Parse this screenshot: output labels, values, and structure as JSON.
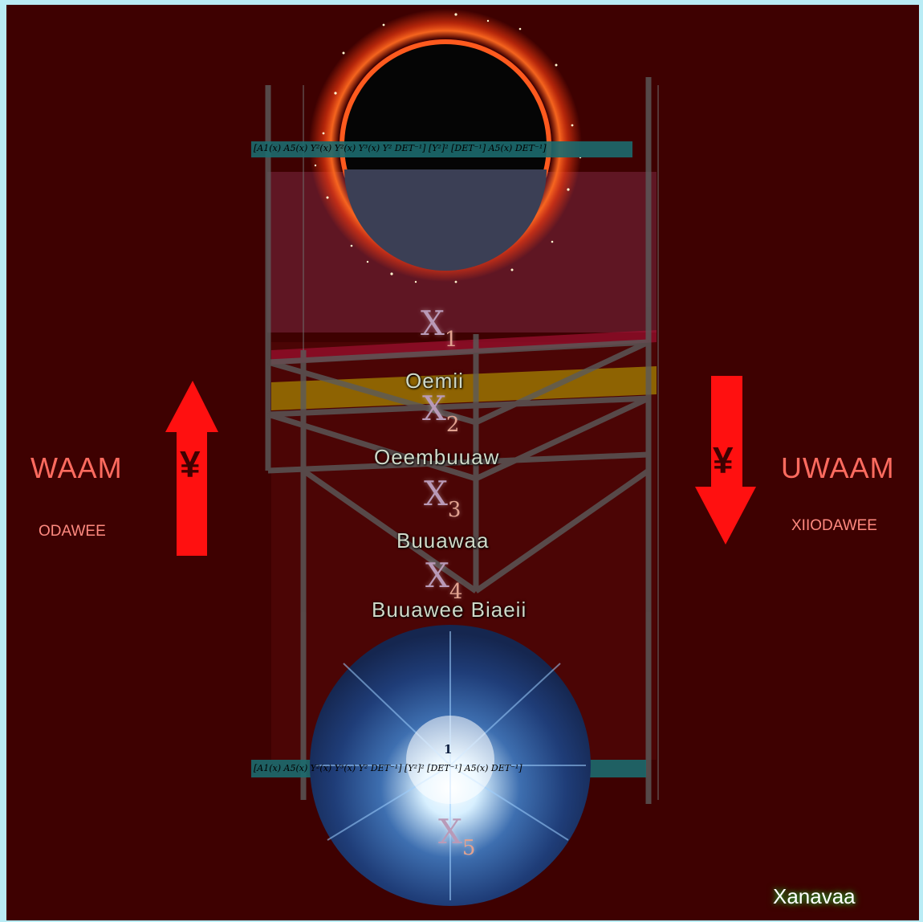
{
  "left": {
    "title": "WAAM",
    "subtitle": "ODAWEE",
    "symbol": "¥",
    "arrow": "up"
  },
  "right": {
    "title": "UWAAM",
    "subtitle": "XIIODAWEE",
    "symbol": "¥",
    "arrow": "down"
  },
  "levels": [
    {
      "marker": "X",
      "index": "1",
      "name": "Oemii"
    },
    {
      "marker": "X",
      "index": "2",
      "name": "Oeembuuaw"
    },
    {
      "marker": "X",
      "index": "3",
      "name": "Buuawaa"
    },
    {
      "marker": "X",
      "index": "4",
      "name": "Buuawee Biaeii"
    },
    {
      "marker": "X",
      "index": "5",
      "name": ""
    }
  ],
  "equations": {
    "top": "[A1(x) A5(x) Y²(x) Y²(x) Y³(x) Y² DET⁻¹] [Y²]² [DET⁻¹] A5(x) DET⁻¹]",
    "bottom": "[A1(x) A5(x) Y²(x) Y³(x) Y² DET⁻¹] [Y²]² [DET⁻¹] A5(x) DET⁻¹]",
    "center_glyph": "1"
  },
  "credit": "Xanavaa",
  "colors": {
    "background": "#3e0101",
    "frame": "#b9ecf5",
    "arrow": "#ff1010",
    "title": "#ff6b5f",
    "level_text": "#cfd9c8"
  }
}
